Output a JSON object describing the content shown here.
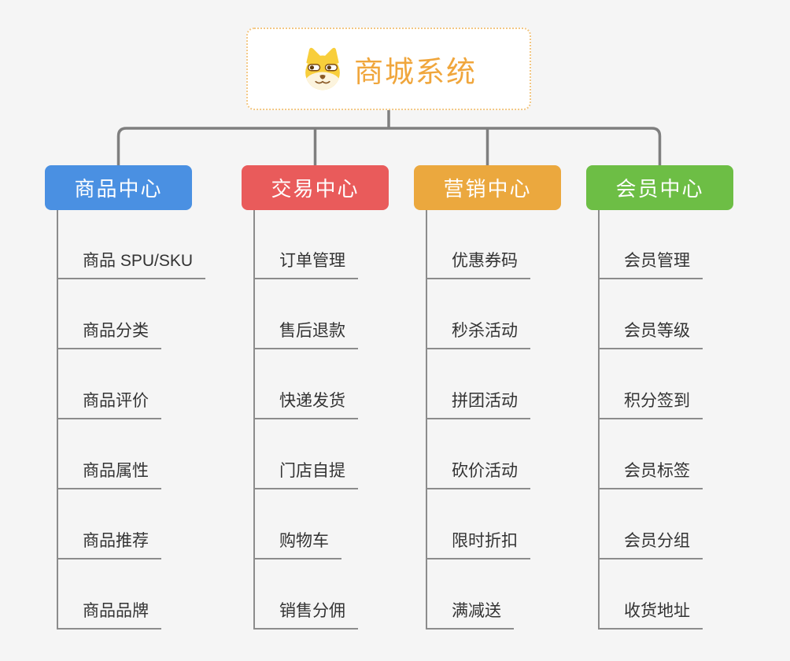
{
  "canvas": {
    "background": "#F5F5F5"
  },
  "root": {
    "title": "商城系统",
    "icon": "dog-face-icon",
    "text_color": "#F0A63C",
    "border_color": "#F2C784",
    "background": "#FFFFFF"
  },
  "branches": [
    {
      "label": "商品中心",
      "color": "#4A90E2",
      "children": [
        "商品 SPU/SKU",
        "商品分类",
        "商品评价",
        "商品属性",
        "商品推荐",
        "商品品牌"
      ]
    },
    {
      "label": "交易中心",
      "color": "#E95B5B",
      "children": [
        "订单管理",
        "售后退款",
        "快递发货",
        "门店自提",
        "购物车",
        "销售分佣"
      ]
    },
    {
      "label": "营销中心",
      "color": "#EBA83E",
      "children": [
        "优惠券码",
        "秒杀活动",
        "拼团活动",
        "砍价活动",
        "限时折扣",
        "满减送"
      ]
    },
    {
      "label": "会员中心",
      "color": "#6DBE45",
      "children": [
        "会员管理",
        "会员等级",
        "积分签到",
        "会员标签",
        "会员分组",
        "收货地址"
      ]
    }
  ],
  "connectors": {
    "color": "#7F7F7F"
  },
  "leaf_style": {
    "line_color": "#8C8C8C",
    "text_color": "#333333"
  }
}
